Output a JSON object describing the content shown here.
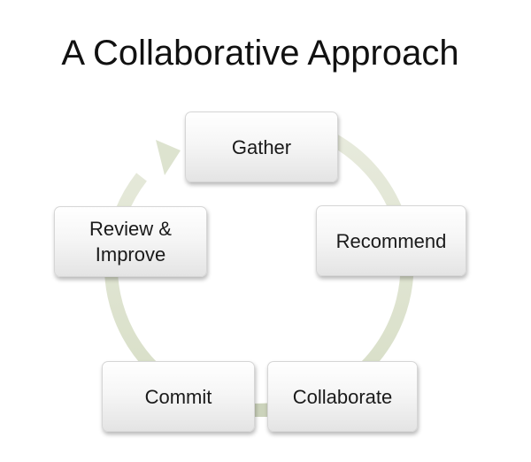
{
  "title": "A Collaborative Approach",
  "steps": [
    {
      "label": "Gather"
    },
    {
      "label": "Recommend"
    },
    {
      "label": "Collaborate"
    },
    {
      "label": "Commit"
    },
    {
      "label_line1": "Review &",
      "label_line2": "Improve"
    }
  ],
  "colors": {
    "ring": "#dde3cf",
    "box_top": "#ffffff",
    "box_bottom": "#e4e4e4",
    "text": "#1a1a1a"
  }
}
